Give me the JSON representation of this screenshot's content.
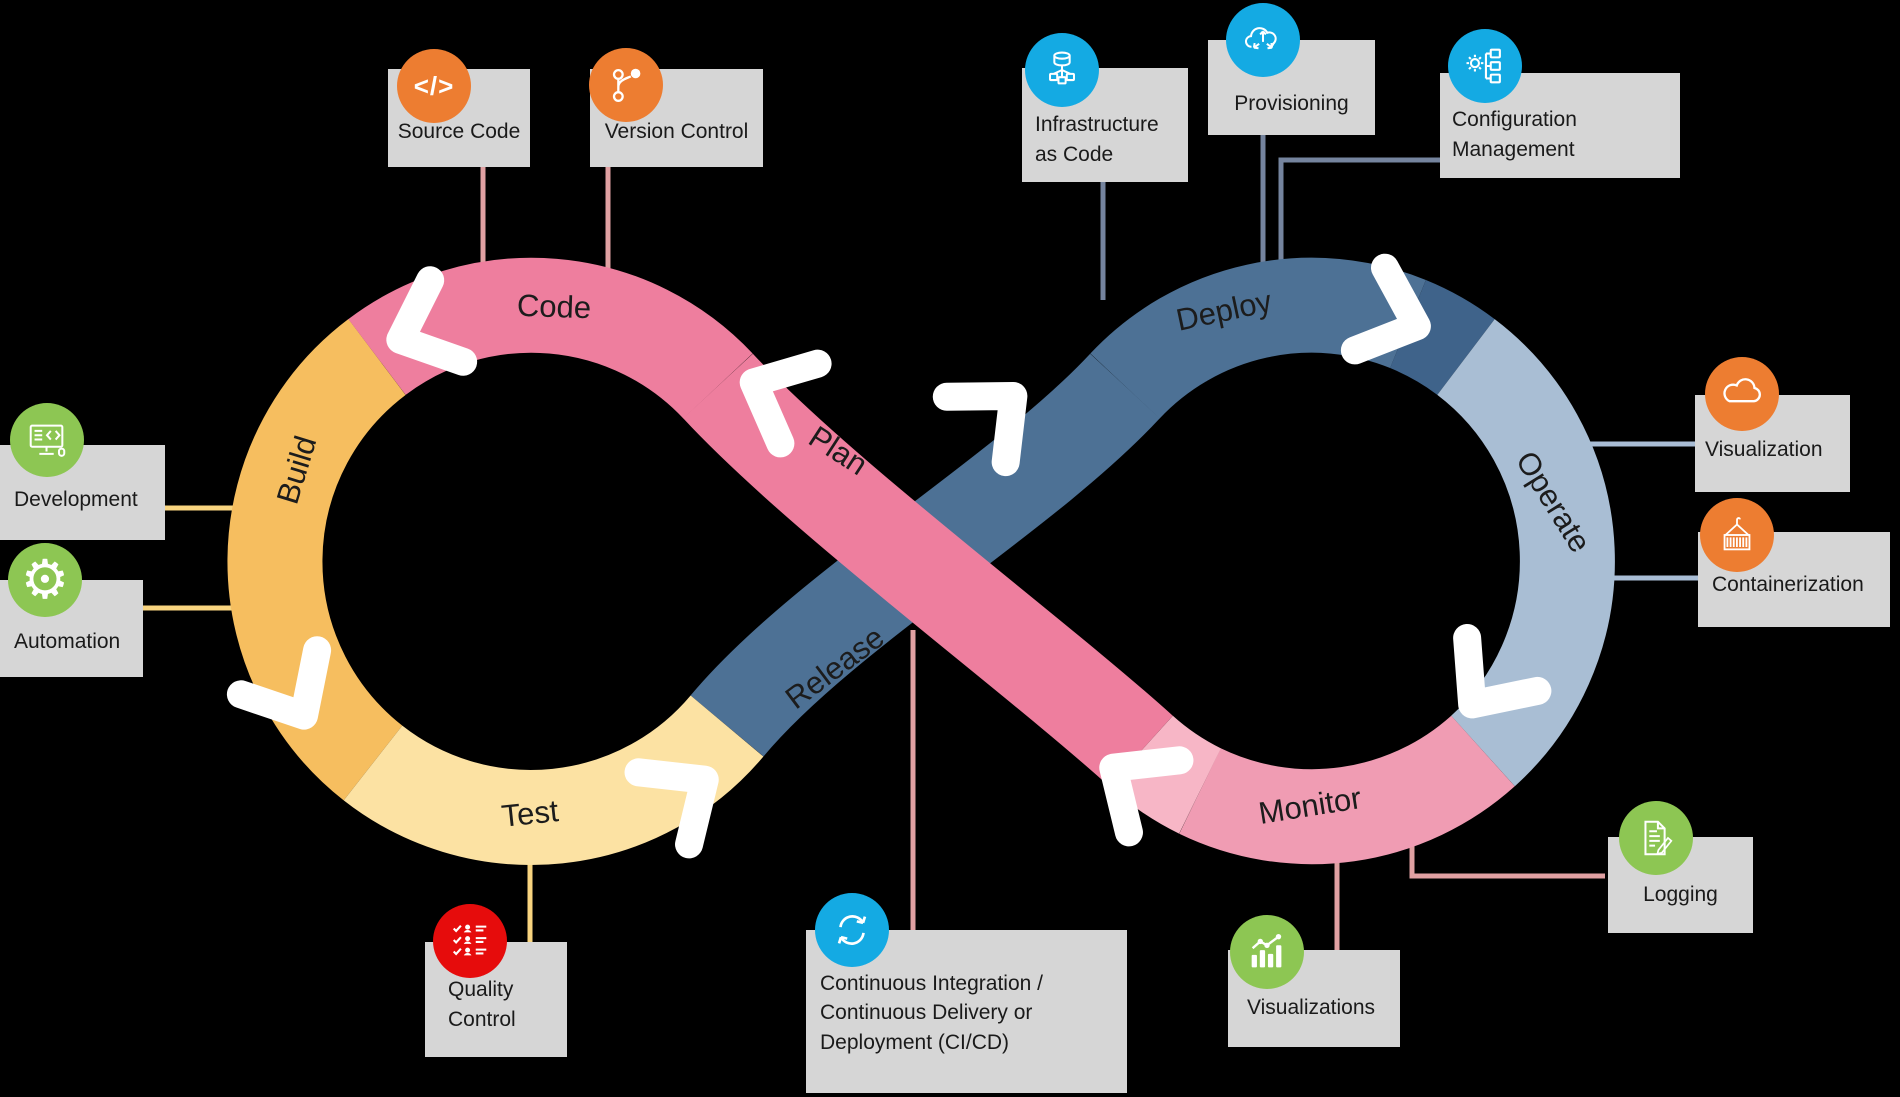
{
  "canvas": {
    "background": "#000000",
    "label_box_color": "#d6d6d6"
  },
  "loop": {
    "segments": [
      {
        "label": "Plan",
        "color": "#ee7e9e"
      },
      {
        "label": "Code",
        "color": "#ee7e9e"
      },
      {
        "label": "Build",
        "color": "#f6be5f"
      },
      {
        "label": "Test",
        "color": "#fce2a3"
      },
      {
        "label": "Release",
        "color": "#4d7195"
      },
      {
        "label": "Deploy",
        "color": "#4d7195"
      },
      {
        "label": "Operate",
        "color": "#a9bed4"
      },
      {
        "label": "Monitor",
        "color": "#f09cb3"
      }
    ],
    "arrow_color": "#ffffff"
  },
  "practices": [
    {
      "label": "Source Code",
      "icon": "code-brackets-icon",
      "icon_color": "#ed7d31",
      "connector_color": "#e0a0a2"
    },
    {
      "label": "Version Control",
      "icon": "git-branch-icon",
      "icon_color": "#ed7d31",
      "connector_color": "#e0a0a2"
    },
    {
      "label": "Infrastructure as Code",
      "icon": "database-flow-icon",
      "icon_color": "#14aae3",
      "connector_color": "#75849e"
    },
    {
      "label": "Provisioning",
      "icon": "cloud-arrows-icon",
      "icon_color": "#14aae3",
      "connector_color": "#75849e"
    },
    {
      "label": "Configuration Management",
      "icon": "gear-files-icon",
      "icon_color": "#14aae3",
      "connector_color": "#75849e"
    },
    {
      "label": "Development",
      "icon": "monitor-code-icon",
      "icon_color": "#8dc653",
      "connector_color": "#f8d47f"
    },
    {
      "label": "Automation",
      "icon": "gear-icon",
      "icon_color": "#8dc653",
      "connector_color": "#f8d47f"
    },
    {
      "label": "Quality Control",
      "icon": "checklist-icon",
      "icon_color": "#e60c0c",
      "connector_color": "#f8d47f"
    },
    {
      "label": "Continuous Integration / Continuous Delivery or Deployment (CI/CD)",
      "icon": "sync-arrows-icon",
      "icon_color": "#14aae3",
      "connector_color": "#e0a0a2"
    },
    {
      "label": "Visualizations",
      "icon": "bar-chart-icon",
      "icon_color": "#8dc653",
      "connector_color": "#e0a0a2"
    },
    {
      "label": "Logging",
      "icon": "document-pencil-icon",
      "icon_color": "#8dc653",
      "connector_color": "#e0a0a2"
    },
    {
      "label": "Visualization",
      "icon": "cloud-icon",
      "icon_color": "#ed7d31",
      "connector_color": "#a9bdd5"
    },
    {
      "label": "Containerization",
      "icon": "container-crane-icon",
      "icon_color": "#ed7d31",
      "connector_color": "#a9bdd5"
    }
  ]
}
